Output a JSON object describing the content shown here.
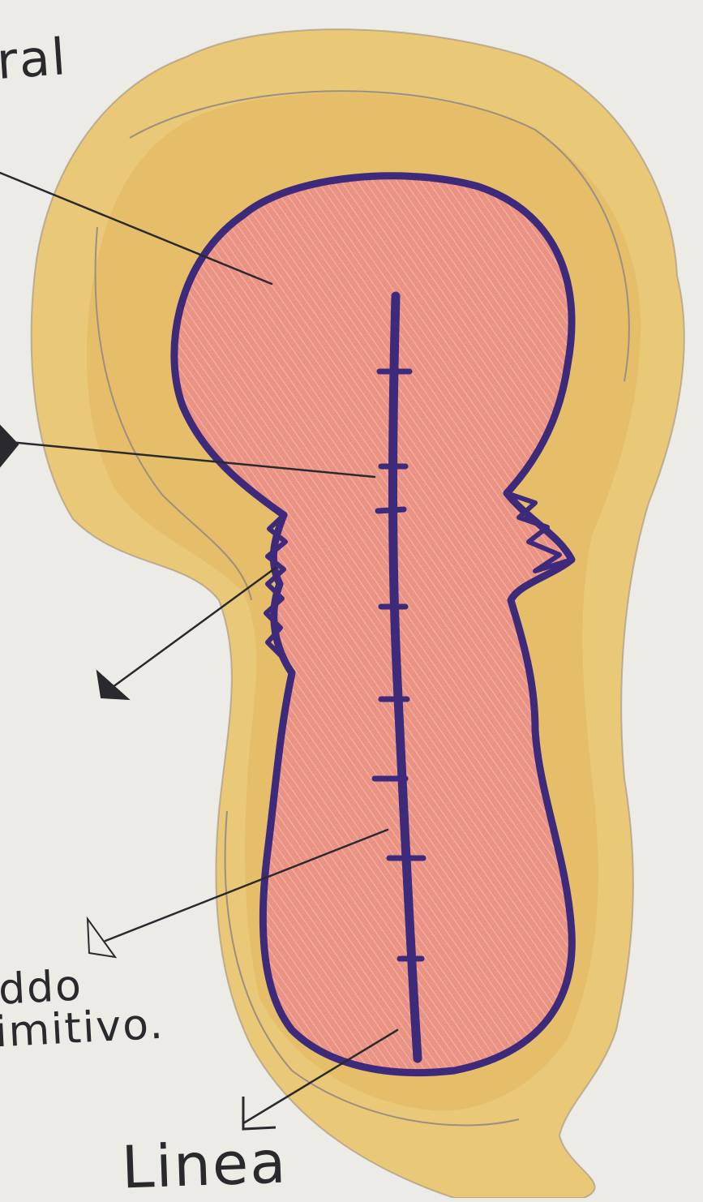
{
  "labels": {
    "top": "ral",
    "middle_line1": "ddo",
    "middle_line2": "imitivo.",
    "bottom": "Linea"
  },
  "colors": {
    "paper": "#ecebe6",
    "outer_halo": "#e9c878",
    "halo_edge": "#e0b45e",
    "embryo_fill": "#e8826e",
    "embryo_outline": "#3d2a7a",
    "leader_lines": "#2a2a2e",
    "pencil_contour": "#9c8f82"
  }
}
